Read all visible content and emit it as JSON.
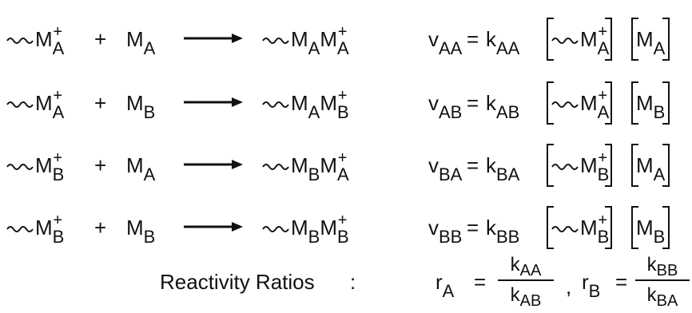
{
  "reactions": [
    {
      "reactant_chain": "M",
      "reactant_chain_sub": "A",
      "reactant_chain_sup": "+",
      "plus": "+",
      "monomer": "M",
      "monomer_sub": "A",
      "product_a": "M",
      "product_a_sub": "A",
      "product_b": "M",
      "product_b_sub": "A",
      "product_b_sup": "+",
      "rate_v": "v",
      "rate_v_sub": "AA",
      "equals": "=",
      "rate_k": "k",
      "rate_k_sub": "AA",
      "conc_chain": "M",
      "conc_chain_sub": "A",
      "conc_chain_sup": "+",
      "conc_mono": "M",
      "conc_mono_sub": "A"
    },
    {
      "reactant_chain": "M",
      "reactant_chain_sub": "A",
      "reactant_chain_sup": "+",
      "plus": "+",
      "monomer": "M",
      "monomer_sub": "B",
      "product_a": "M",
      "product_a_sub": "A",
      "product_b": "M",
      "product_b_sub": "B",
      "product_b_sup": "+",
      "rate_v": "v",
      "rate_v_sub": "AB",
      "equals": "=",
      "rate_k": "k",
      "rate_k_sub": "AB",
      "conc_chain": "M",
      "conc_chain_sub": "A",
      "conc_chain_sup": "+",
      "conc_mono": "M",
      "conc_mono_sub": "B"
    },
    {
      "reactant_chain": "M",
      "reactant_chain_sub": "B",
      "reactant_chain_sup": "+",
      "plus": "+",
      "monomer": "M",
      "monomer_sub": "A",
      "product_a": "M",
      "product_a_sub": "B",
      "product_b": "M",
      "product_b_sub": "A",
      "product_b_sup": "+",
      "rate_v": "v",
      "rate_v_sub": "BA",
      "equals": "=",
      "rate_k": "k",
      "rate_k_sub": "BA",
      "conc_chain": "M",
      "conc_chain_sub": "B",
      "conc_chain_sup": "+",
      "conc_mono": "M",
      "conc_mono_sub": "A"
    },
    {
      "reactant_chain": "M",
      "reactant_chain_sub": "B",
      "reactant_chain_sup": "+",
      "plus": "+",
      "monomer": "M",
      "monomer_sub": "B",
      "product_a": "M",
      "product_a_sub": "B",
      "product_b": "M",
      "product_b_sub": "B",
      "product_b_sup": "+",
      "rate_v": "v",
      "rate_v_sub": "BB",
      "equals": "=",
      "rate_k": "k",
      "rate_k_sub": "BB",
      "conc_chain": "M",
      "conc_chain_sub": "B",
      "conc_chain_sup": "+",
      "conc_mono": "M",
      "conc_mono_sub": "B"
    }
  ],
  "ratios": {
    "label": "Reactivity Ratios",
    "colon": ":",
    "r_a": "r",
    "r_a_sub": "A",
    "eq1": "=",
    "r_a_num": "k",
    "r_a_num_sub": "AA",
    "r_a_den": "k",
    "r_a_den_sub": "AB",
    "comma": ",",
    "r_b": "r",
    "r_b_sub": "B",
    "eq2": "=",
    "r_b_num": "k",
    "r_b_num_sub": "BB",
    "r_b_den": "k",
    "r_b_den_sub": "BA"
  }
}
